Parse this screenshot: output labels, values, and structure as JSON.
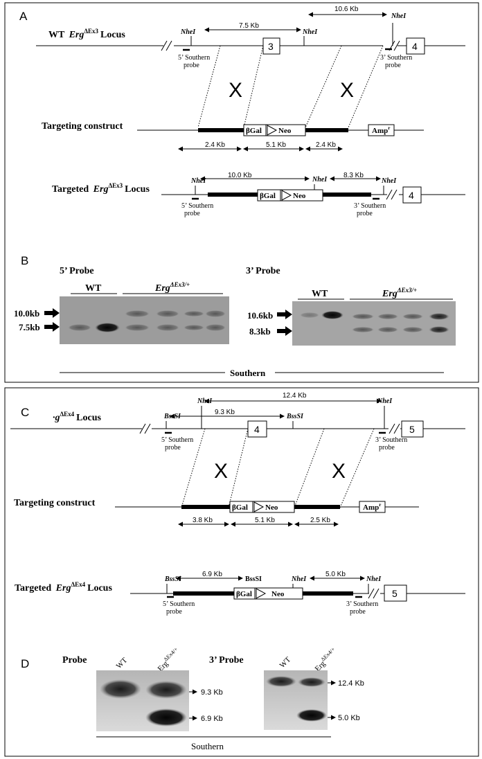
{
  "panels": {
    "A": {
      "letter": "A",
      "wt_locus_prefix": "WT",
      "gene": "Erg",
      "superscript": "ΔEx3",
      "locus_suffix": "Locus",
      "nhe1_label": "NheI",
      "dist_7_5": "7.5 Kb",
      "dist_10_6": "10.6 Kb",
      "exon_3": "3",
      "exon_4": "4",
      "probe5_line1": "5’ Southern",
      "probe5_line2": "probe",
      "probe3_line1": "3’ Southern",
      "probe3_line2": "probe",
      "targeting_construct": "Targeting construct",
      "bgal": "βGal",
      "neo": "Neo",
      "amp": "Amp",
      "amp_sup": "r",
      "arm_2_4a": "2.4 Kb",
      "arm_5_1": "5.1 Kb",
      "arm_2_4b": "2.4 Kb",
      "targeted_prefix": "Targeted",
      "dist_10_0": "10.0 Kb",
      "dist_8_3": "8.3 Kb"
    },
    "B": {
      "letter": "B",
      "probe5_title": "5’ Probe",
      "probe3_title": "3’ Probe",
      "wt": "WT",
      "genotype": "Erg",
      "genotype_sup": "ΔEx3/+",
      "band_10_0": "10.0kb",
      "band_7_5": "7.5kb",
      "band_10_6": "10.6kb",
      "band_8_3": "8.3kb",
      "southern": "Southern"
    },
    "C": {
      "letter": "C",
      "locus_label_partial": "·g",
      "superscript": "ΔEx4",
      "locus_suffix": "Locus",
      "nhe1_label": "NheI",
      "bss_label": "BssSI",
      "bss_label_plain": "BssSI",
      "dist_12_4": "12.4 Kb",
      "dist_9_3": "9.3 Kb",
      "exon_4": "4",
      "exon_5": "5",
      "probe5_line1": "5’ Southern",
      "probe5_line2": "probe",
      "probe3_line1": "3’ Southern",
      "probe3_line2": "probe",
      "targeting_construct": "Targeting construct",
      "bgal": "βGal",
      "neo": "Neo",
      "amp": "Amp",
      "amp_sup": "r",
      "arm_3_8": "3.8 Kb",
      "arm_5_1": "5.1 Kb",
      "arm_2_5": "2.5 Kb",
      "targeted_prefix": "Targeted",
      "gene": "Erg",
      "dist_6_9": "6.9 Kb",
      "dist_5_0": "5.0 Kb"
    },
    "D": {
      "letter": "D",
      "probe5_title": "Probe",
      "probe3_title": "3’ Probe",
      "wt": "WT",
      "genotype": "Erg",
      "genotype_sup": "ΔEx4/+",
      "band_9_3": "9.3 Kb",
      "band_6_9": "6.9 Kb",
      "band_12_4": "12.4 Kb",
      "band_5_0": "5.0 Kb",
      "southern": "Southern"
    }
  },
  "colors": {
    "line": "#000000",
    "blot_bg": "#a9a9a9",
    "blot_dark": "#2b2b2b"
  }
}
